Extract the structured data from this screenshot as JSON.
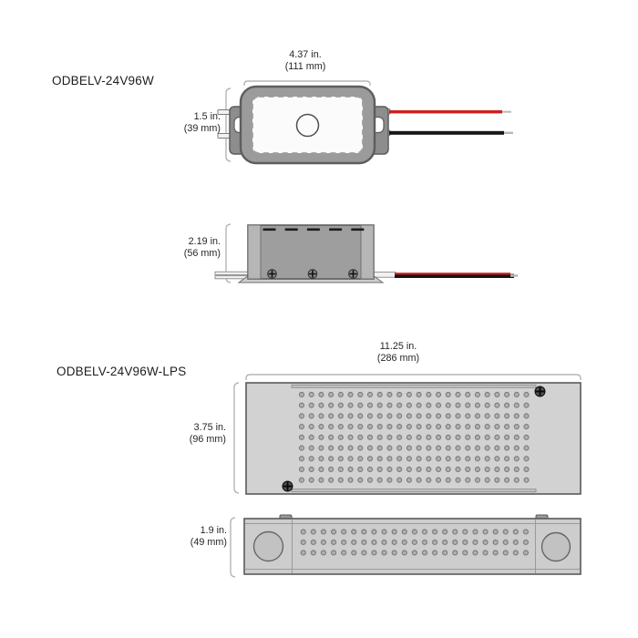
{
  "page": {
    "background": "#ffffff",
    "type": "product-dimension-diagram"
  },
  "products": [
    {
      "model": "ODBELV-24V96W",
      "top_view": {
        "width_in": "4.37 in.",
        "width_mm": "(111 mm)",
        "height_in": "1.5 in.",
        "height_mm": "(39 mm)",
        "features": [
          "center-knockout-circle",
          "dashed-gasket-outline",
          "side-mounting-tabs",
          "red-lead-wire",
          "black-lead-wire"
        ]
      },
      "side_view": {
        "height_in": "2.19 in.",
        "height_mm": "(56 mm)",
        "features": [
          "five-vent-slots",
          "three-screws",
          "base-mounting-flange",
          "lead-wires"
        ]
      }
    },
    {
      "model": "ODBELV-24V96W-LPS",
      "top_view": {
        "width_in": "11.25 in.",
        "width_mm": "(286 mm)",
        "height_in": "3.75 in.",
        "height_mm": "(96 mm)",
        "features": [
          "perforation-grid-24x9",
          "corner-screws",
          "cover-seams"
        ]
      },
      "front_view": {
        "height_in": "1.9 in.",
        "height_mm": "(49 mm)",
        "features": [
          "perforation-grid-23x3",
          "left-knockout-circle",
          "right-knockout-circle",
          "mounting-tabs"
        ]
      }
    }
  ],
  "colors": {
    "driver_body": "#9b9b9b",
    "enclosure_body": "#d2d2d2",
    "outline": "#5d5d5d",
    "dimension_line": "#b5b5b5",
    "wire_red": "#d01d1d",
    "wire_black": "#161616",
    "text": "#1d1d1d"
  }
}
